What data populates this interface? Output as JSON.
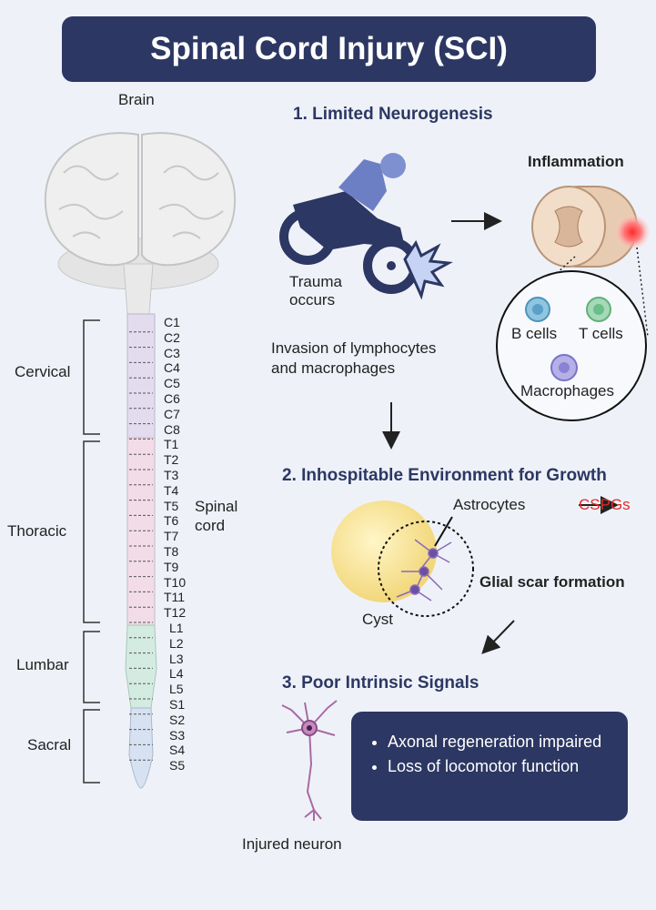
{
  "title": "Spinal Cord Injury (SCI)",
  "anatomy": {
    "brain_label": "Brain",
    "spinal_cord_label": [
      "Spinal",
      "cord"
    ],
    "regions": [
      "Cervical",
      "Thoracic",
      "Lumbar",
      "Sacral"
    ],
    "segments": [
      "C1",
      "C2",
      "C3",
      "C4",
      "C5",
      "C6",
      "C7",
      "C8",
      "T1",
      "T2",
      "T3",
      "T4",
      "T5",
      "T6",
      "T7",
      "T8",
      "T9",
      "T10",
      "T11",
      "T12",
      "L1",
      "L2",
      "L3",
      "L4",
      "L5",
      "S1",
      "S2",
      "S3",
      "S4",
      "S5"
    ],
    "colors": {
      "cervical": "#e3dcef",
      "thoracic": "#f1dce7",
      "lumbar": "#d3ebe1",
      "sacral": "#d6e2f1"
    }
  },
  "section1": {
    "heading": "1.  Limited Neurogenesis",
    "trauma_label": [
      "Trauma",
      "occurs"
    ],
    "inflammation_label": "Inflammation",
    "invasion_label": [
      "Invasion of lymphocytes",
      "and macrophages"
    ],
    "cells": [
      "B cells",
      "T cells",
      "Macrophages"
    ]
  },
  "section2": {
    "heading": "2. Inhospitable Environment for Growth",
    "astrocytes_label": "Astrocytes",
    "cspgs_label": "CSPGs",
    "glial_label": "Glial scar formation",
    "cyst_label": "Cyst"
  },
  "section3": {
    "heading": "3. Poor Intrinsic Signals",
    "neuron_label": "Injured neuron",
    "bullets": [
      "Axonal regeneration impaired",
      "Loss of locomotor function"
    ]
  },
  "accent": {
    "navy": "#2c3763",
    "red": "#e32b2b"
  }
}
